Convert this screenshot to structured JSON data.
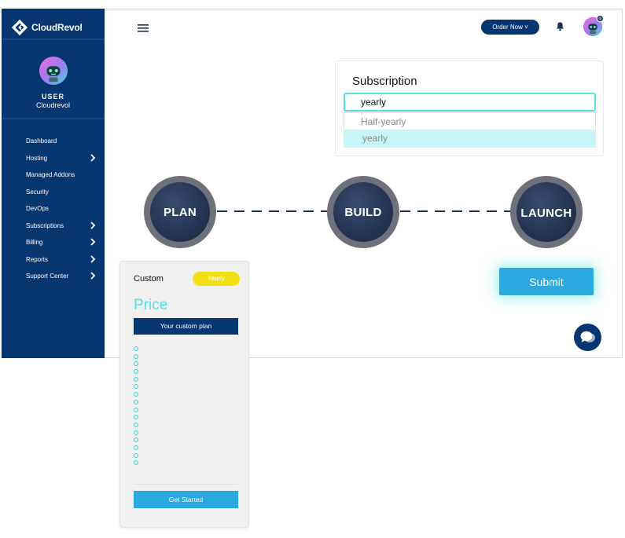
{
  "brand": {
    "name": "CloudRevol"
  },
  "profile": {
    "role": "USER",
    "name": "Cloudrevol"
  },
  "sidebar": {
    "items": [
      {
        "label": "Dashboard",
        "has_children": false
      },
      {
        "label": "Hosting",
        "has_children": true
      },
      {
        "label": "Managed Addons",
        "has_children": false
      },
      {
        "label": "Security",
        "has_children": false
      },
      {
        "label": "DevOps",
        "has_children": false
      },
      {
        "label": "Subscriptions",
        "has_children": true
      },
      {
        "label": "Billing",
        "has_children": true
      },
      {
        "label": "Reports",
        "has_children": true
      },
      {
        "label": "Support Center",
        "has_children": true
      }
    ]
  },
  "header": {
    "order_button": "Order Now ˅"
  },
  "subscription": {
    "title": "Subscription",
    "value": "yearly",
    "options": [
      "Half-yearly",
      "yearly"
    ]
  },
  "steps": [
    "PLAN",
    "BUILD",
    "LAUNCH"
  ],
  "submit_label": "Submit",
  "plan_card": {
    "name": "Custom",
    "badge": "Yearly",
    "price_label": "Price",
    "banner": "Your custom plan",
    "feature_count": 16,
    "cta": "Get Started"
  },
  "colors": {
    "navy": "#063670",
    "accent_cyan": "#53e0e4",
    "button_blue": "#2aa8e0",
    "badge_yellow": "#f2df14"
  }
}
